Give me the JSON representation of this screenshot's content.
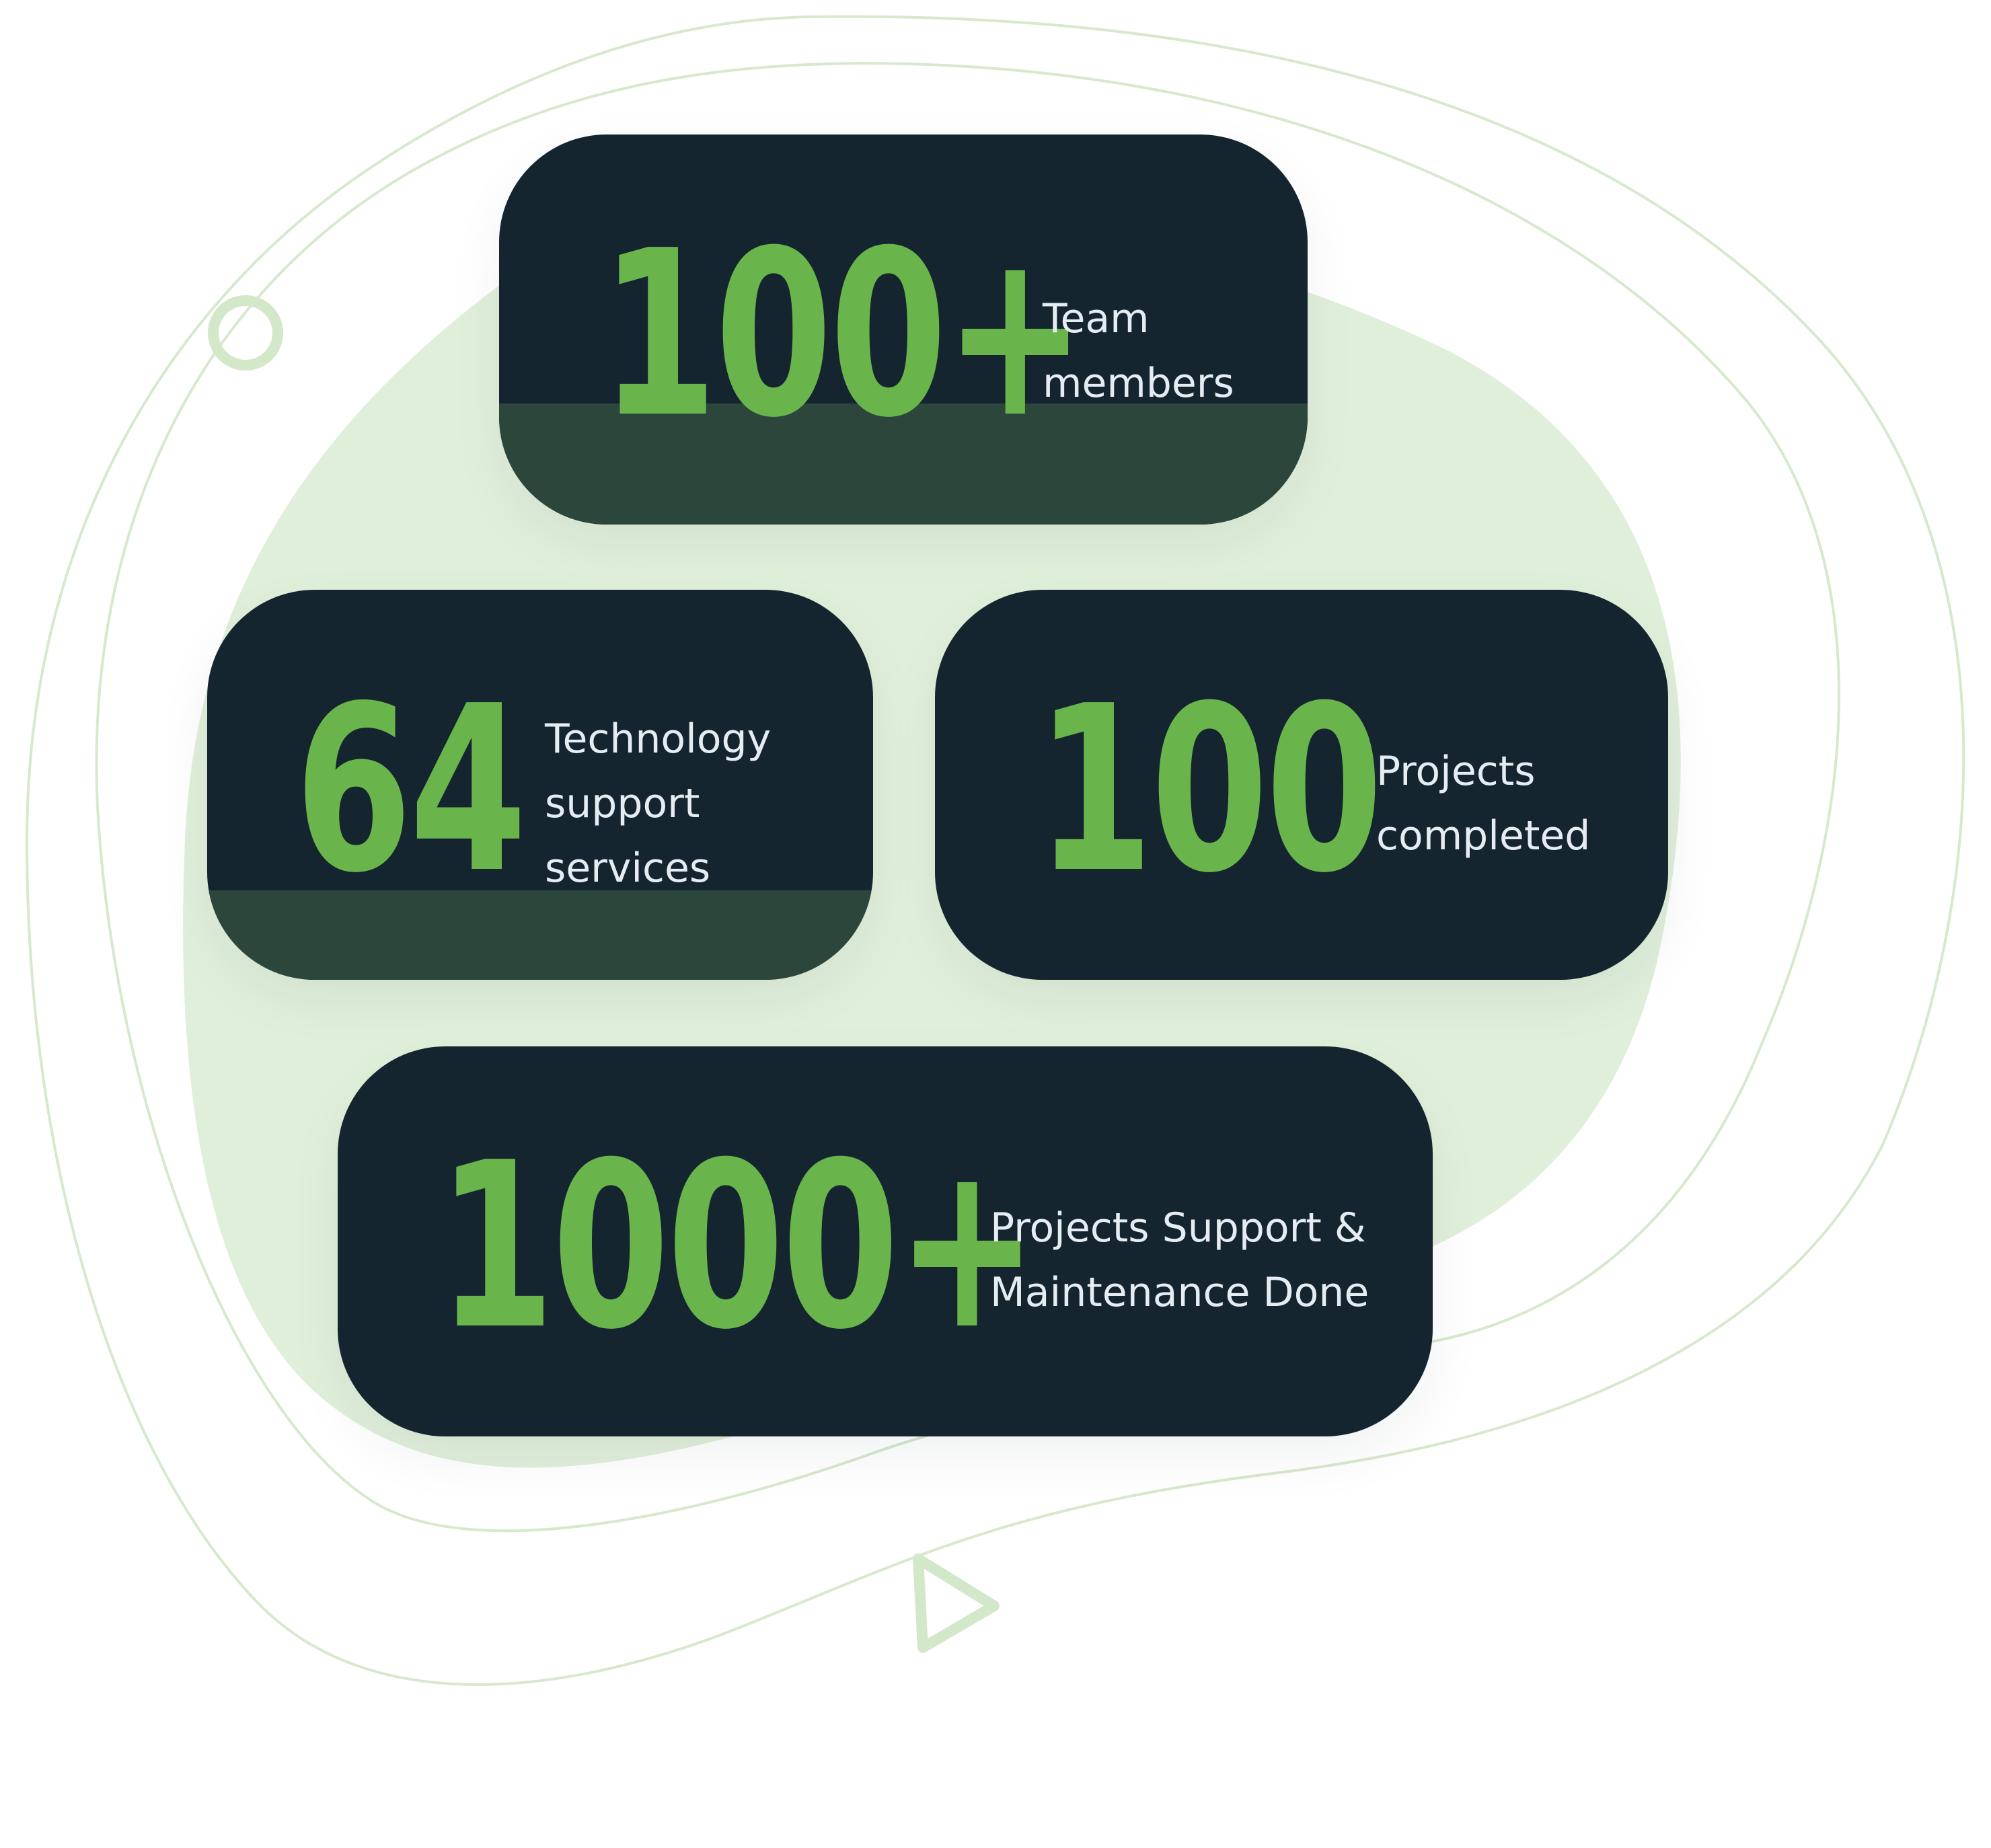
{
  "colors": {
    "card_background": "#142530",
    "card_band": "#2c463b",
    "number": "#6ab54b",
    "label": "#e6edf2",
    "blob": "#e0efda",
    "outline": "#d6e9cd"
  },
  "decorations": {
    "circle_icon": "ring-icon",
    "triangle_icon": "play-triangle-icon"
  },
  "stats": [
    {
      "value": "100+",
      "label_lines": [
        "Team",
        "members"
      ]
    },
    {
      "value": "64",
      "label_lines": [
        "Technology",
        "support",
        "services"
      ]
    },
    {
      "value": "100",
      "label_lines": [
        "Projects",
        "completed"
      ]
    },
    {
      "value": "1000+",
      "label_lines": [
        "Projects Support &",
        "Maintenance Done"
      ]
    }
  ]
}
